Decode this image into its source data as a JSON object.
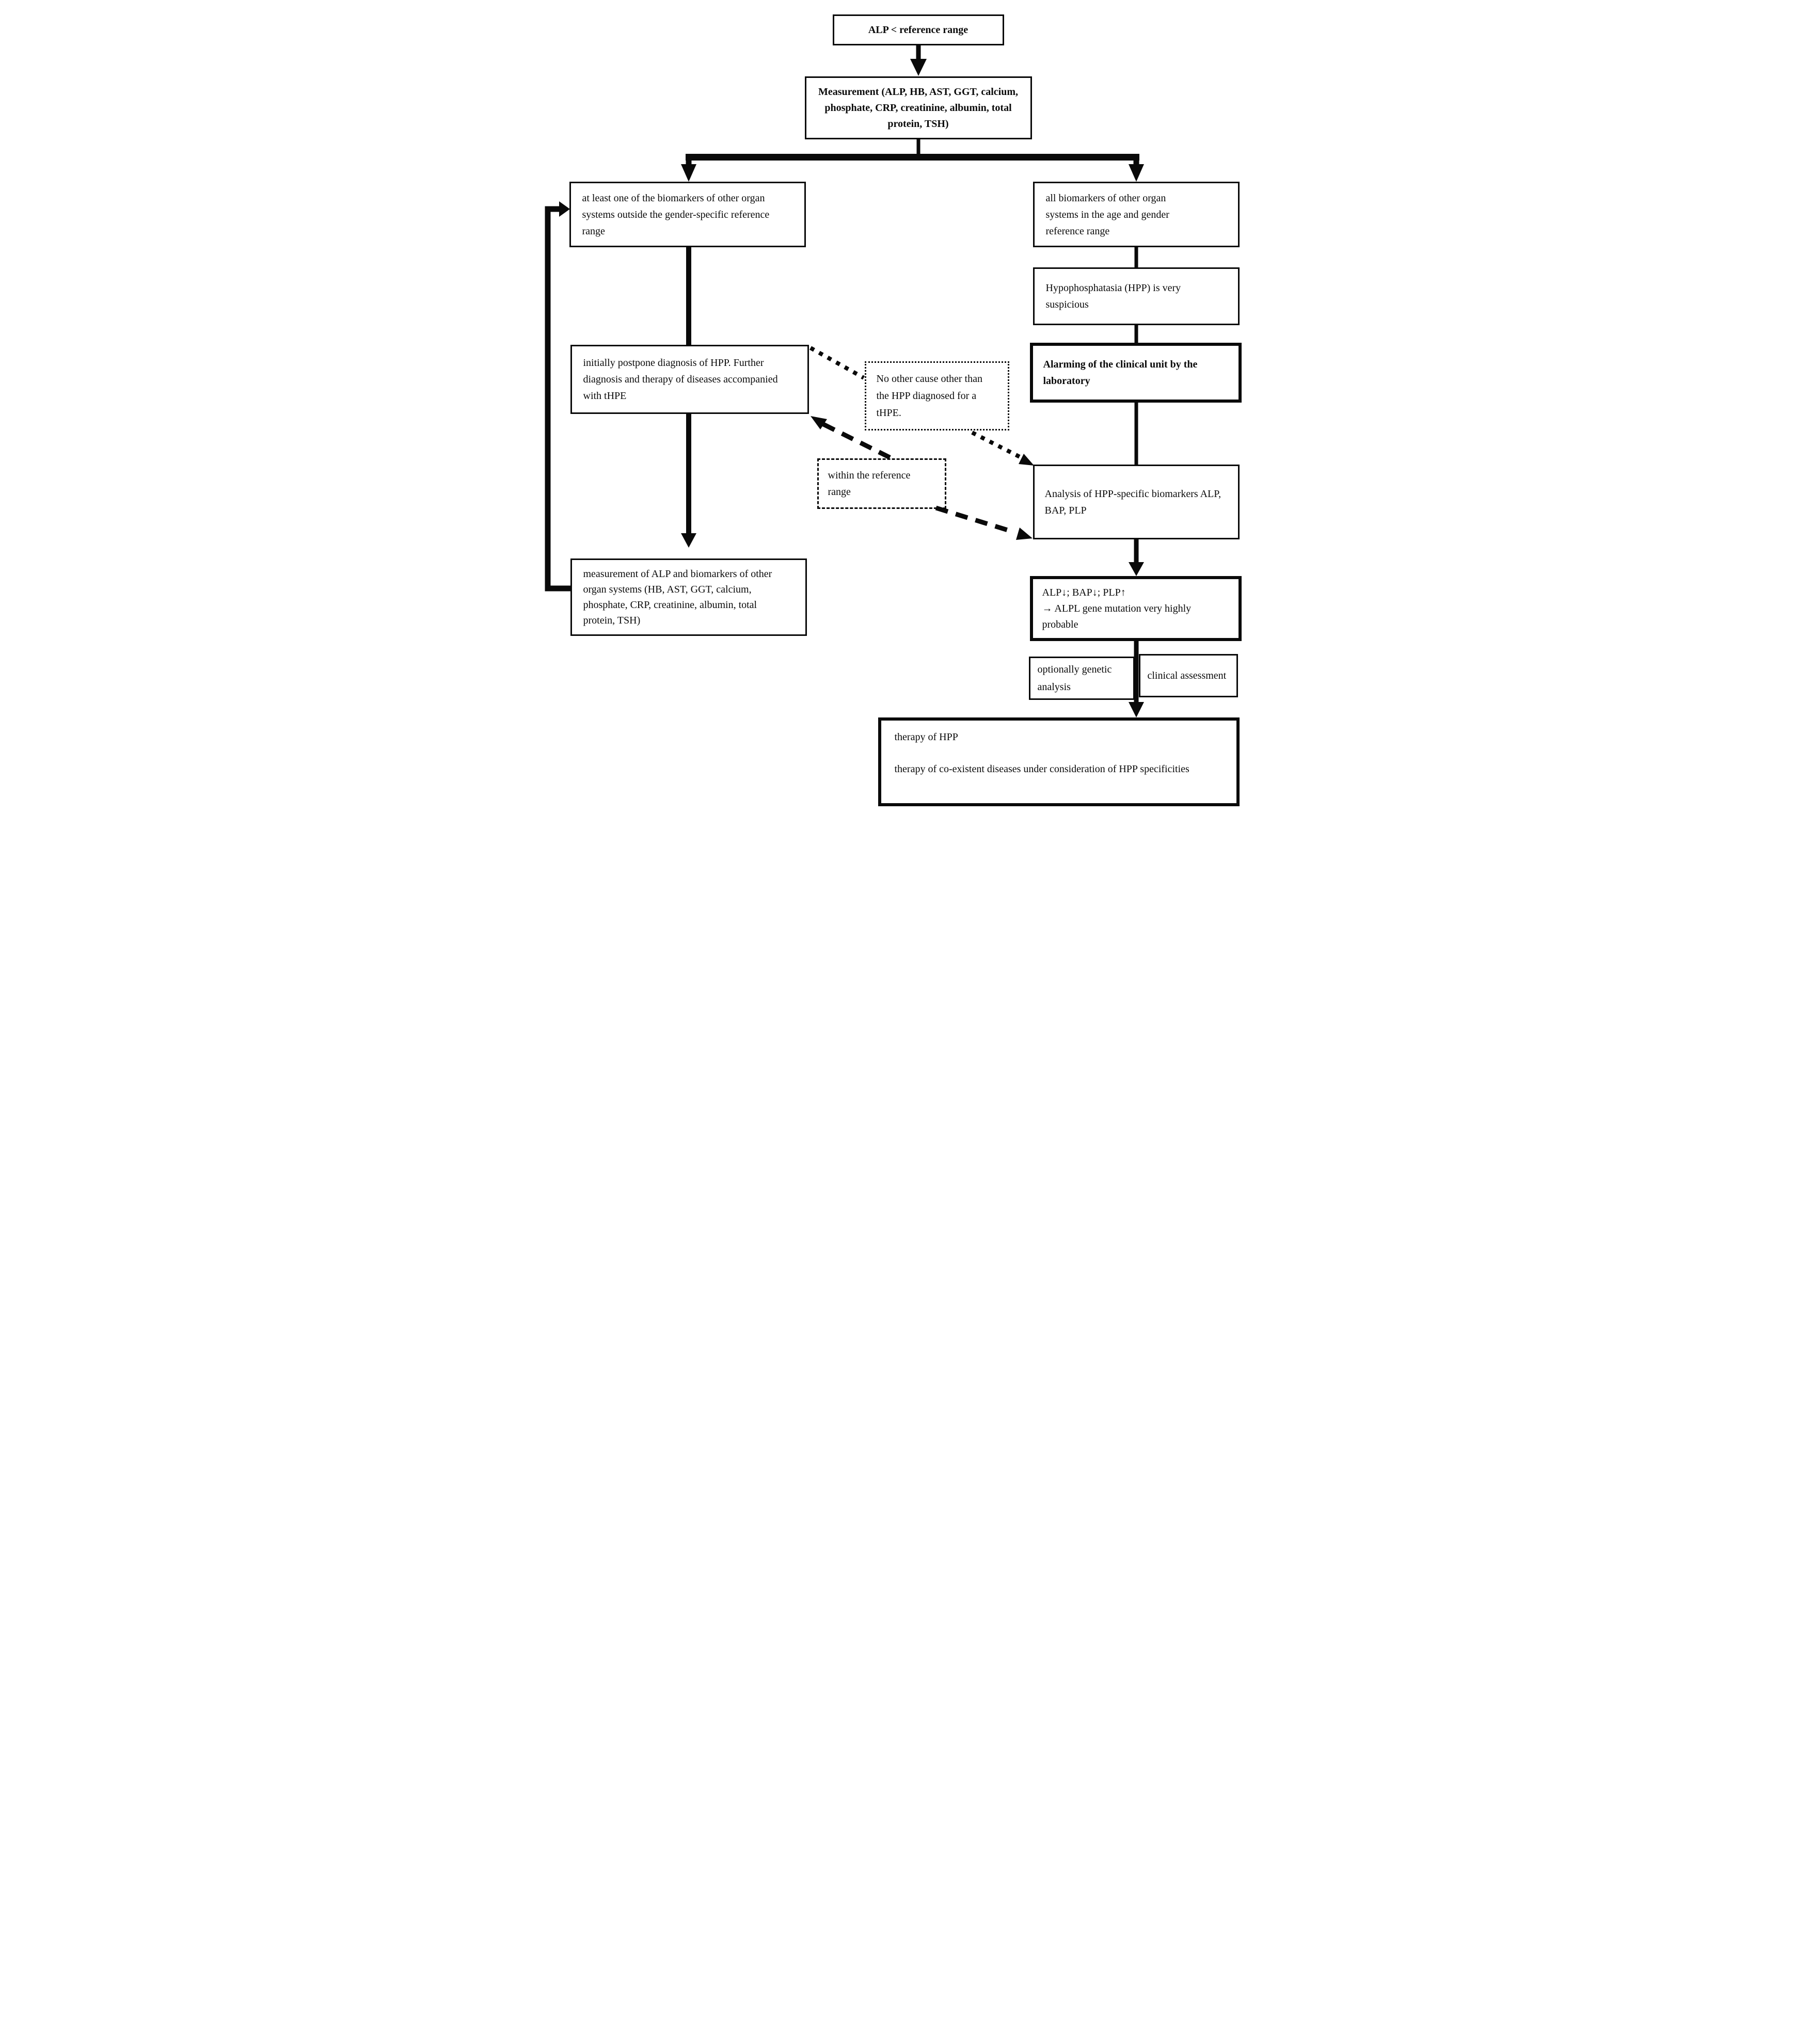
{
  "diagram": {
    "nodes": {
      "start": "ALP < reference range",
      "measurement": "Measurement (ALP, HB, AST, GGT, calcium, phosphate, CRP, creatinine, albumin, total protein, TSH)",
      "left_branch": "at least one of the biomarkers of other organ systems outside the gender-specific reference range",
      "right_branch": "all biomarkers of other organ systems in the age and gender reference range",
      "hpp_suspicious": "Hypophosphatasia (HPP) is very suspicious",
      "alarming": "Alarming of the clinical unit by the laboratory",
      "postpone": "initially postpone diagnosis of HPP. Further diagnosis and therapy of diseases accompanied with tHPE",
      "no_other_cause": "No other cause other than the HPP diagnosed for a tHPE.",
      "within_range": "within the reference range",
      "analysis": "Analysis of HPP-specific biomarkers ALP, BAP, PLP",
      "alp_result_line1": "ALP↓; BAP↓; PLP↑",
      "alp_result_line2": "→ ALPL gene mutation very highly probable",
      "optional_genetic": "optionally genetic analysis",
      "clinical_assessment": "clinical assessment",
      "therapy_line1": "therapy of HPP",
      "therapy_line2": "therapy of co-existent diseases under consideration of HPP specificities",
      "remeasurement": "measurement of ALP and biomarkers of other organ systems (HB, AST, GGT, calcium, phosphate, CRP, creatinine, albumin, total protein, TSH)"
    },
    "colors": {
      "ink": "#0a0a0a",
      "background": "#ffffff"
    }
  }
}
